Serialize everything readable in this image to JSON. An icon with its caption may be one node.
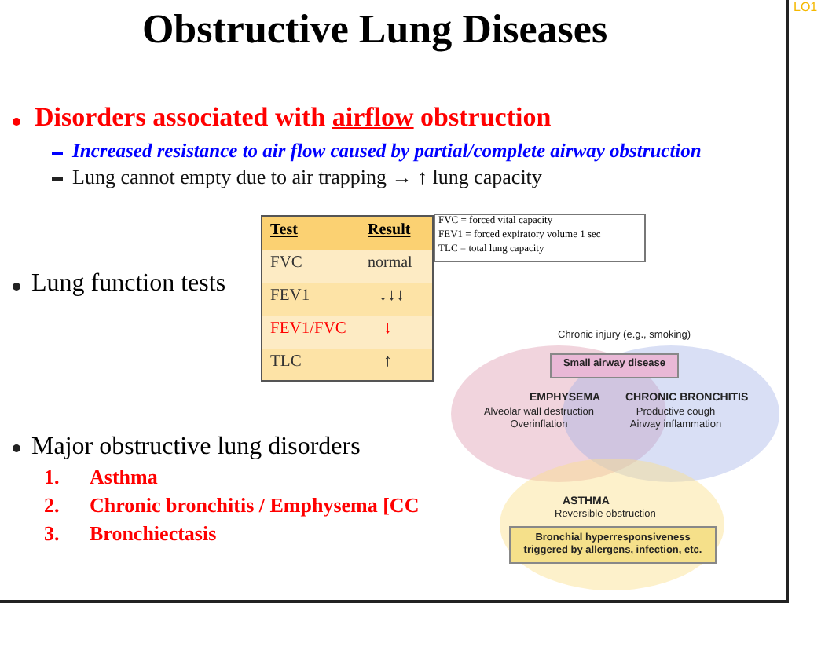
{
  "diagram": {
    "title": "Obstructive Lung Diseases",
    "nodes": [
      {
        "text": [
          "EMPHYSEMA",
          "Alveolar wall destruction Overinflation"
        ]
      },
      {
        "text": [
          "CHRONIC BRONCHITIS",
          "Productive cough Airway inflammation"
        ]
      },
      {
        "text": [
          "ASTHMA",
          "Reversible obstruction"
        ]
      },
      {
        "text": [
          "Small airway disease"
        ]
      },
      {
        "text": [
          "Bronchial hyperresponsiveness triggered by allergens, infection, etc."
        ],
        "in": 2
      }
    ],
    "labels": [
      "LO1",
      "Disorders associated with **airflow** obstruction",
      "Increased resistance to air flow caused by partial/complete airway obstruction",
      "Lung cannot empty due to air trapping → ↑ lung capacity",
      "Test",
      "Result",
      "FVC = forced vital capacity",
      "FEV1 = forced expiratory volume 1 sec",
      "TLC = total lung capacity",
      "FVC",
      "normal",
      "Lung function tests",
      "FEV1",
      "↓↓↓",
      "FEV1/FVC",
      "↓",
      "TLC",
      "↑",
      "Major obstructive lung disorders",
      "1.",
      "Asthma",
      "2.",
      "Chronic bronchitis / Emphysema [CC",
      "3.",
      "Bronchiectasis",
      "Chronic injury (e.g., smoking)"
    ]
  }
}
